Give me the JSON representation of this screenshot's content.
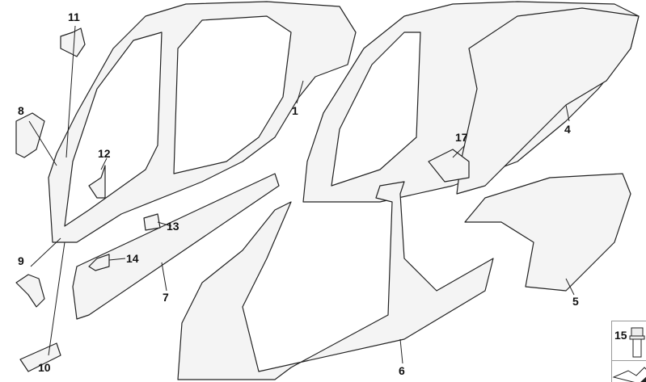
{
  "callouts": {
    "p1": "1",
    "p4": "4",
    "p5": "5",
    "p6": "6",
    "p7": "7",
    "p8": "8",
    "p9": "9",
    "p10": "10",
    "p11": "11",
    "p12": "12",
    "p13": "13",
    "p14": "14",
    "p15": "15",
    "p17": "17"
  },
  "colors": {
    "line": "#222222",
    "part_fill": "#f4f4f4"
  }
}
